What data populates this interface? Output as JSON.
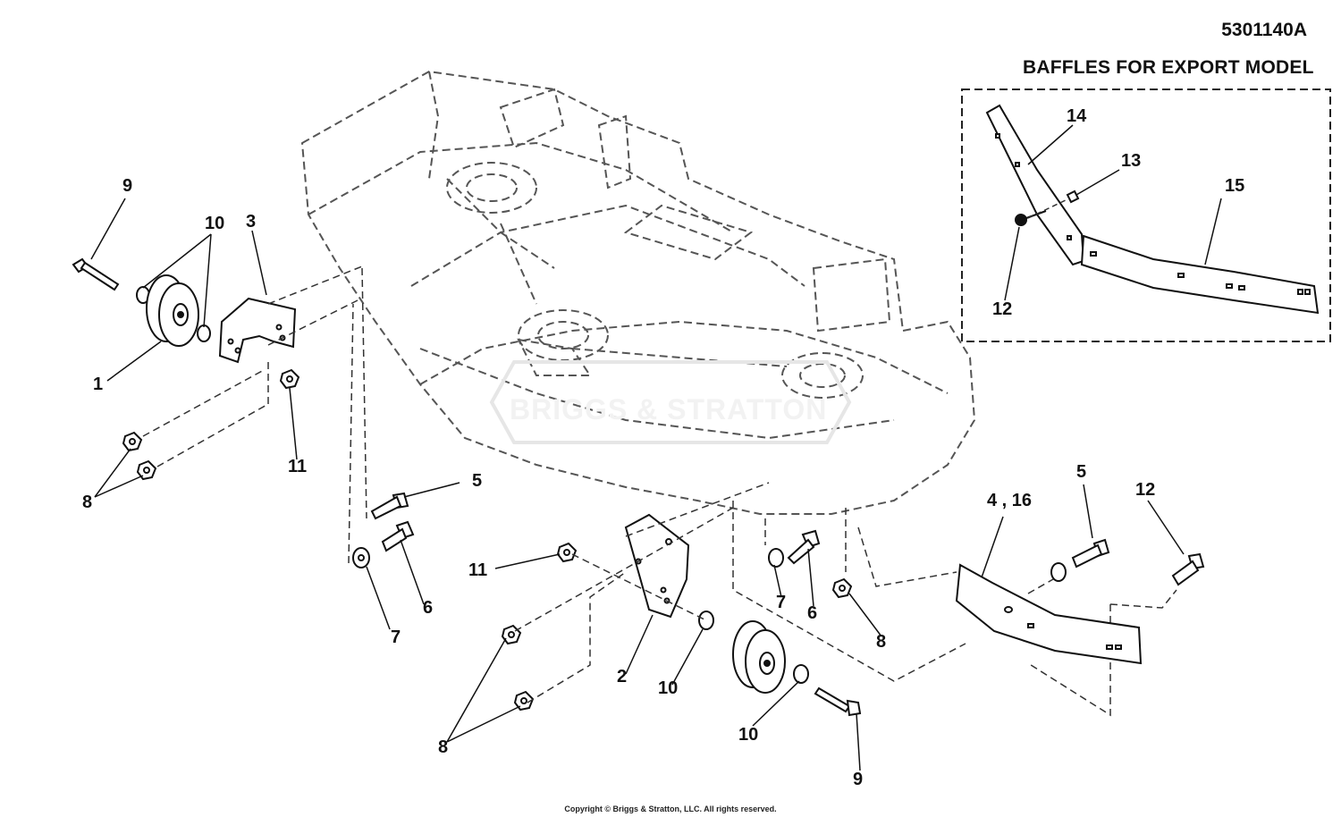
{
  "figure_id": "5301140A",
  "inset_title": "BAFFLES FOR EXPORT MODEL",
  "watermark": "BRIGGS & STRATTON",
  "copyright": "Copyright © Briggs & Stratton, LLC. All rights reserved.",
  "callouts": {
    "c9_top": "9",
    "c10_top": "10",
    "c3": "3",
    "c1": "1",
    "c11_left": "11",
    "c8_left": "8",
    "c5_mid": "5",
    "c6_mid": "6",
    "c7_mid": "7",
    "c11_mid": "11",
    "c2": "2",
    "c8_bottom": "8",
    "c10_mid": "10",
    "c10_bottom": "10",
    "c9_bottom": "9",
    "c7_right": "7",
    "c6_right": "6",
    "c8_right": "8",
    "c4_16": "4 , 16",
    "c5_right": "5",
    "c12_right": "12",
    "c14": "14",
    "c13": "13",
    "c15": "15",
    "c12_inset": "12"
  }
}
